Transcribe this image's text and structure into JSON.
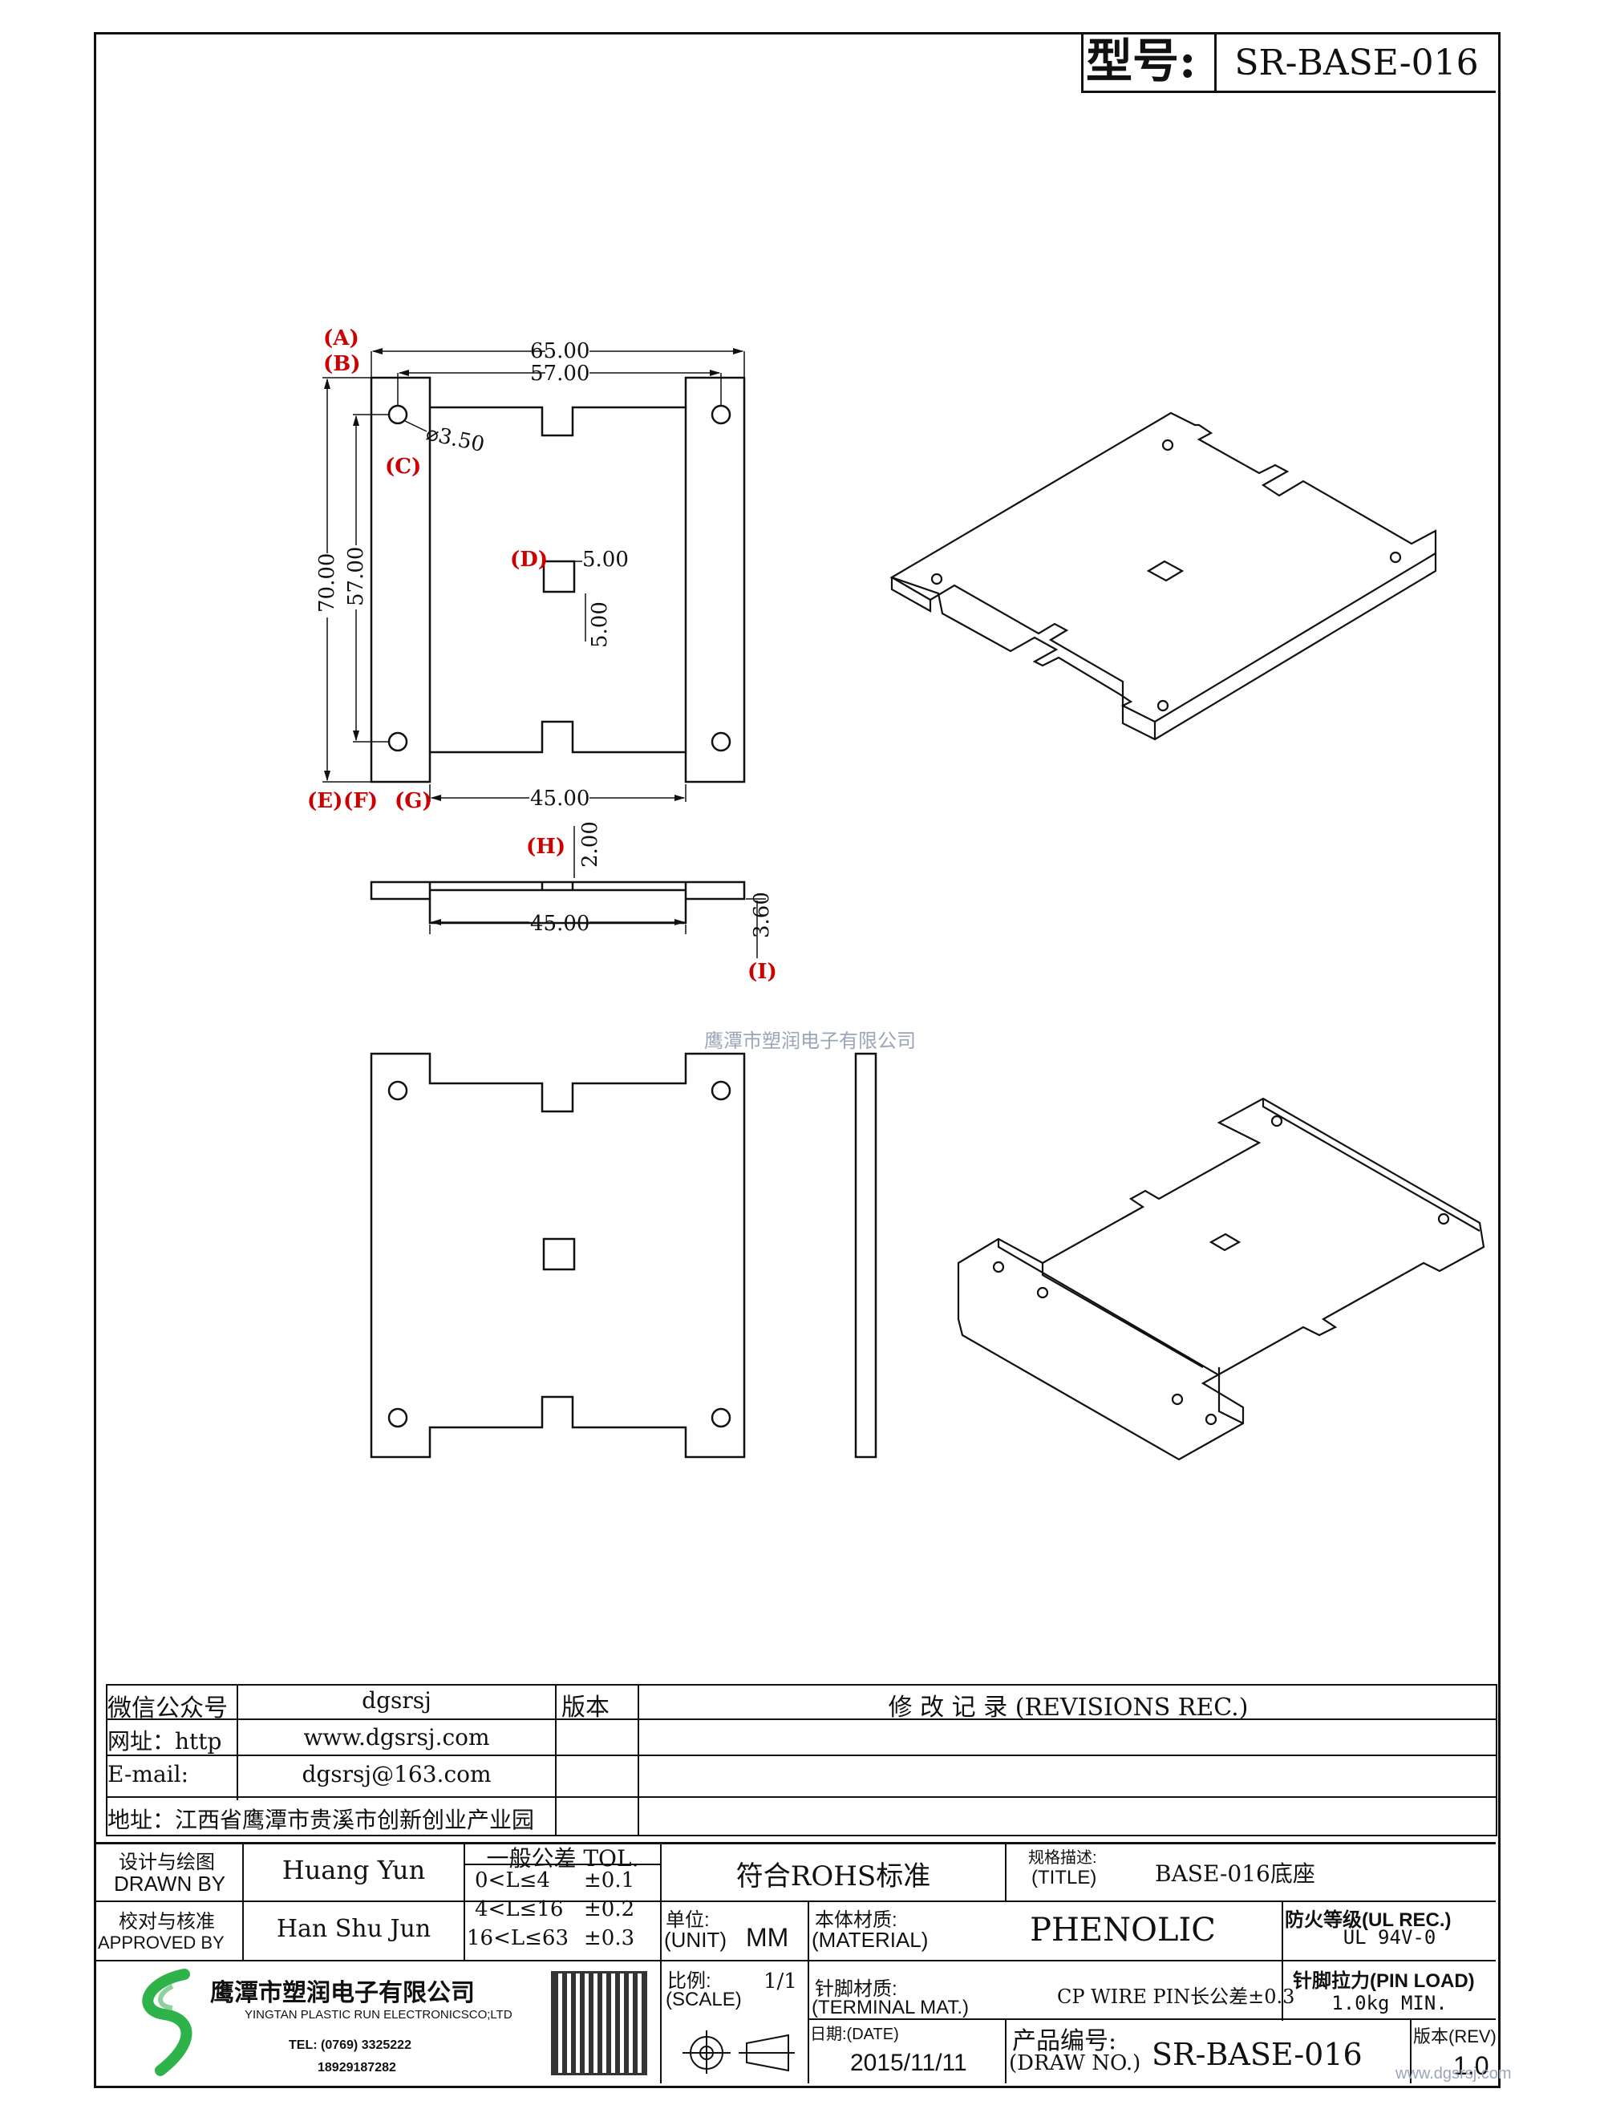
{
  "header": {
    "model_label": "型号:",
    "model_value": "SR-BASE-016"
  },
  "top_view": {
    "dim_overall_width": "65.00",
    "dim_hole_span": "57.00",
    "dim_height": "70.00",
    "dim_hole_pitch": "57.00",
    "dim_hole_dia": "⌀3.50",
    "dim_slot_width": "5.00",
    "dim_slot_height": "5.00",
    "dim_inner_width": "45.00",
    "markers": {
      "a": "(A)",
      "b": "(B)",
      "c": "(C)",
      "d": "(D)",
      "e": "(E)",
      "f": "(F)",
      "g": "(G)"
    }
  },
  "side_view": {
    "dim_thickness": "2.00",
    "dim_inner_width": "45.00",
    "dim_total_height": "3.60",
    "markers": {
      "h": "(H)",
      "i": "(I)"
    }
  },
  "watermark": "鹰潭市塑润电子有限公司",
  "revision_table": {
    "rows": [
      {
        "label": "微信公众号",
        "value": "dgsrsj"
      },
      {
        "label": "网址：http",
        "value": "www.dgsrsj.com"
      },
      {
        "label": "E-mail:",
        "value": "dgsrsj@163.com"
      }
    ],
    "address": "地址：江西省鹰潭市贵溪市创新创业产业园",
    "version_header": "版本",
    "revisions_header": "修 改 记 录  (REVISIONS REC.)"
  },
  "title_block": {
    "drawn_by_cn": "设计与绘图",
    "drawn_by_en": "DRAWN BY",
    "drawn_by_name": "Huang  Yun",
    "approved_cn": "校对与核准",
    "approved_en": "APPROVED BY",
    "approved_name": "Han Shu Jun",
    "tol_header": "一般公差  TOL.",
    "tol_rows": [
      {
        "range": "0<L≤4",
        "value": "±0.1"
      },
      {
        "range": "4<L≤16",
        "value": "±0.2"
      },
      {
        "range": "16<L≤63",
        "value": "±0.3"
      }
    ],
    "rohs": "符合ROHS标准",
    "title_cn": "规格描述:",
    "title_en": "(TITLE)",
    "title_value": "BASE-016底座",
    "unit_cn": "单位:",
    "unit_en": "(UNIT)",
    "unit_value": "MM",
    "material_cn": "本体材质:",
    "material_en": "(MATERIAL)",
    "material_value": "PHENOLIC",
    "fire_cn": "防火等级(UL REC.)",
    "fire_value": "UL 94V-0",
    "scale_cn": "比例:",
    "scale_en": "(SCALE)",
    "scale_value": "1/1",
    "terminal_cn": "针脚材质:",
    "terminal_en": "(TERMINAL MAT.)",
    "terminal_value": "CP WIRE  PIN长公差±0.3",
    "pinload_cn": "针脚拉力(PIN LOAD)",
    "pinload_value": "1.0kg MIN.",
    "date_label": "日期:(DATE)",
    "date_value": "2015/11/11",
    "drawno_cn": "产品编号:",
    "drawno_en": "(DRAW NO.)",
    "drawno_value": "SR-BASE-016",
    "rev_label": "版本(REV)",
    "rev_value": "1.0",
    "company_cn": "鹰潭市塑润电子有限公司",
    "company_en": "YINGTAN PLASTIC RUN ELECTRONICSCO;LTD",
    "company_tel": "TEL: (0769) 3325222",
    "company_mobile": "18929187282",
    "site_watermark": "www.dgsrsj.com"
  }
}
